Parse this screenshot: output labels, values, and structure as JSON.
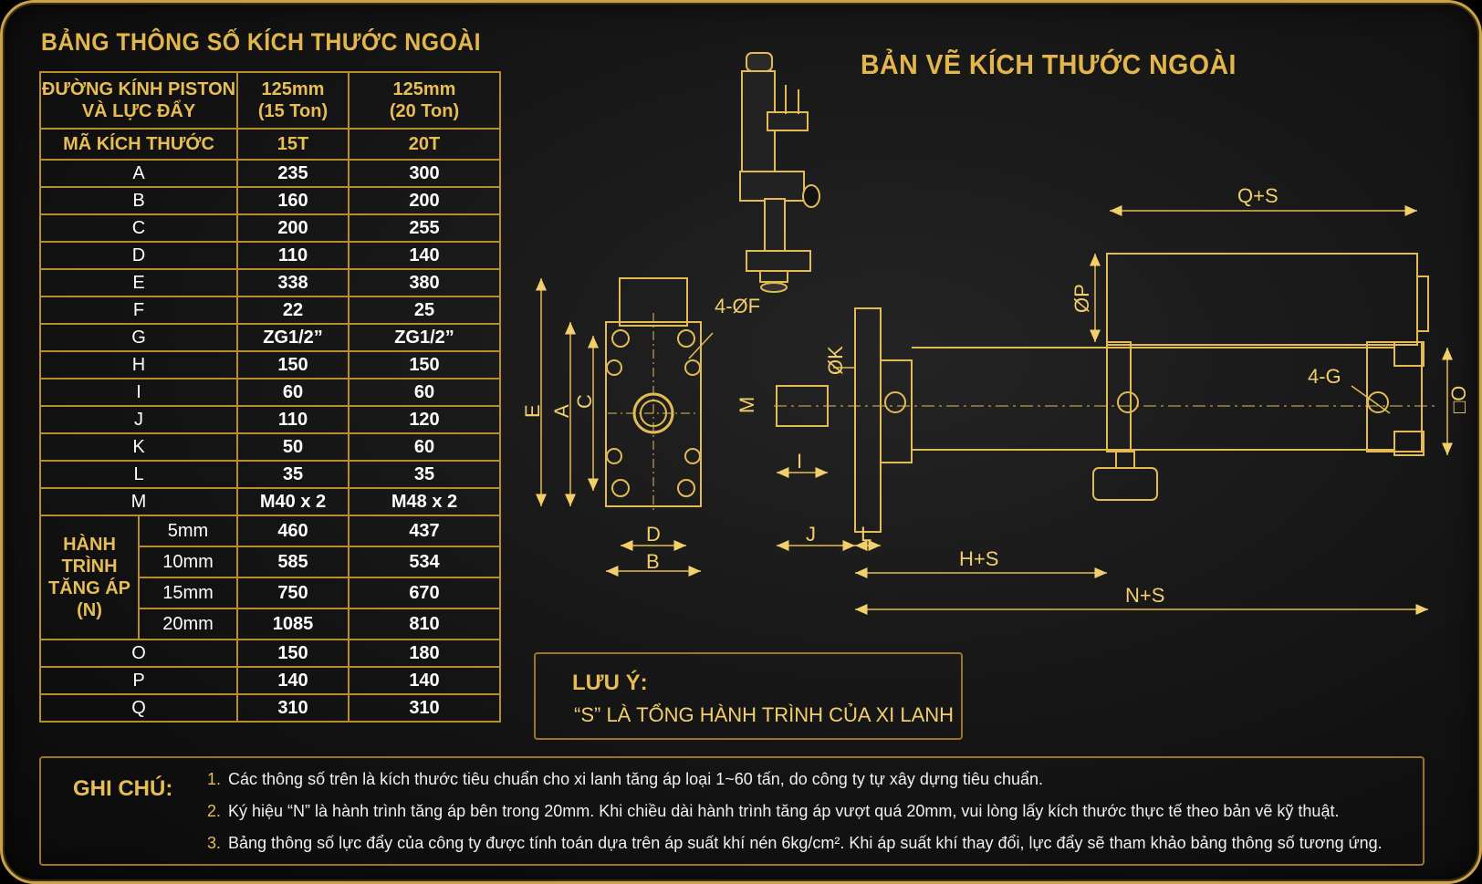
{
  "title_left": "BẢNG THÔNG SỐ KÍCH THƯỚC NGOÀI",
  "title_right": "BẢN VẼ KÍCH THƯỚC NGOÀI",
  "table": {
    "header_label_line1": "ĐƯỜNG KÍNH PISTON",
    "header_label_line2": "VÀ LỰC ĐẨY",
    "col1_line1": "125mm",
    "col1_line2": "(15 Ton)",
    "col2_line1": "125mm",
    "col2_line2": "(20 Ton)",
    "code_label": "MÃ KÍCH THƯỚC",
    "code_col1": "15T",
    "code_col2": "20T",
    "rows_top": [
      {
        "label": "A",
        "v1": "235",
        "v2": "300"
      },
      {
        "label": "B",
        "v1": "160",
        "v2": "200"
      },
      {
        "label": "C",
        "v1": "200",
        "v2": "255"
      },
      {
        "label": "D",
        "v1": "110",
        "v2": "140"
      },
      {
        "label": "E",
        "v1": "338",
        "v2": "380"
      },
      {
        "label": "F",
        "v1": "22",
        "v2": "25"
      },
      {
        "label": "G",
        "v1": "ZG1/2”",
        "v2": "ZG1/2”"
      },
      {
        "label": "H",
        "v1": "150",
        "v2": "150"
      },
      {
        "label": "I",
        "v1": "60",
        "v2": "60"
      },
      {
        "label": "J",
        "v1": "110",
        "v2": "120"
      },
      {
        "label": "K",
        "v1": "50",
        "v2": "60"
      },
      {
        "label": "L",
        "v1": "35",
        "v2": "35"
      },
      {
        "label": "M",
        "v1": "M40 x 2",
        "v2": "M48 x 2"
      }
    ],
    "stroke_label_line1": "HÀNH TRÌNH",
    "stroke_label_line2": "TĂNG ÁP",
    "stroke_label_line3": "(N)",
    "stroke_rows": [
      {
        "label": "5mm",
        "v1": "460",
        "v2": "437"
      },
      {
        "label": "10mm",
        "v1": "585",
        "v2": "534"
      },
      {
        "label": "15mm",
        "v1": "750",
        "v2": "670"
      },
      {
        "label": "20mm",
        "v1": "1085",
        "v2": "810"
      }
    ],
    "rows_bottom": [
      {
        "label": "O",
        "v1": "150",
        "v2": "180"
      },
      {
        "label": "P",
        "v1": "140",
        "v2": "140"
      },
      {
        "label": "Q",
        "v1": "310",
        "v2": "310"
      }
    ]
  },
  "drawing_labels": {
    "QS": "Q+S",
    "P": "ØP",
    "K": "ØK",
    "F": "4-ØF",
    "G": "4-G",
    "O": "□O",
    "E": "E",
    "A": "A",
    "C": "C",
    "M": "M",
    "I": "I",
    "D": "D",
    "B": "B",
    "J": "J",
    "L": "L",
    "HS": "H+S",
    "NS": "N+S"
  },
  "note": {
    "title": "LƯU Ý:",
    "text": "“S” LÀ TỔNG HÀNH TRÌNH CỦA XI LANH"
  },
  "ghichu": {
    "title": "GHI CHÚ:",
    "items": [
      {
        "num": "1.",
        "text": "Các thông số trên là kích thước tiêu chuẩn cho xi lanh tăng áp loại 1~60 tấn, do công ty tự xây dựng tiêu chuẩn."
      },
      {
        "num": "2.",
        "text": "Ký hiệu “N” là hành trình tăng áp bên trong 20mm. Khi chiều dài hành trình tăng áp vượt quá 20mm, vui lòng lấy kích thước thực tế theo bản vẽ kỹ thuật."
      },
      {
        "num": "3.",
        "text": "Bảng thông số lực đẩy của công ty được tính toán dựa trên áp suất khí nén 6kg/cm². Khi áp suất khí thay đổi, lực đẩy sẽ tham khảo bảng thông số tương ứng."
      }
    ]
  },
  "colors": {
    "gold": "#e7bd55",
    "border": "#b88c2f",
    "background": "#141414"
  }
}
